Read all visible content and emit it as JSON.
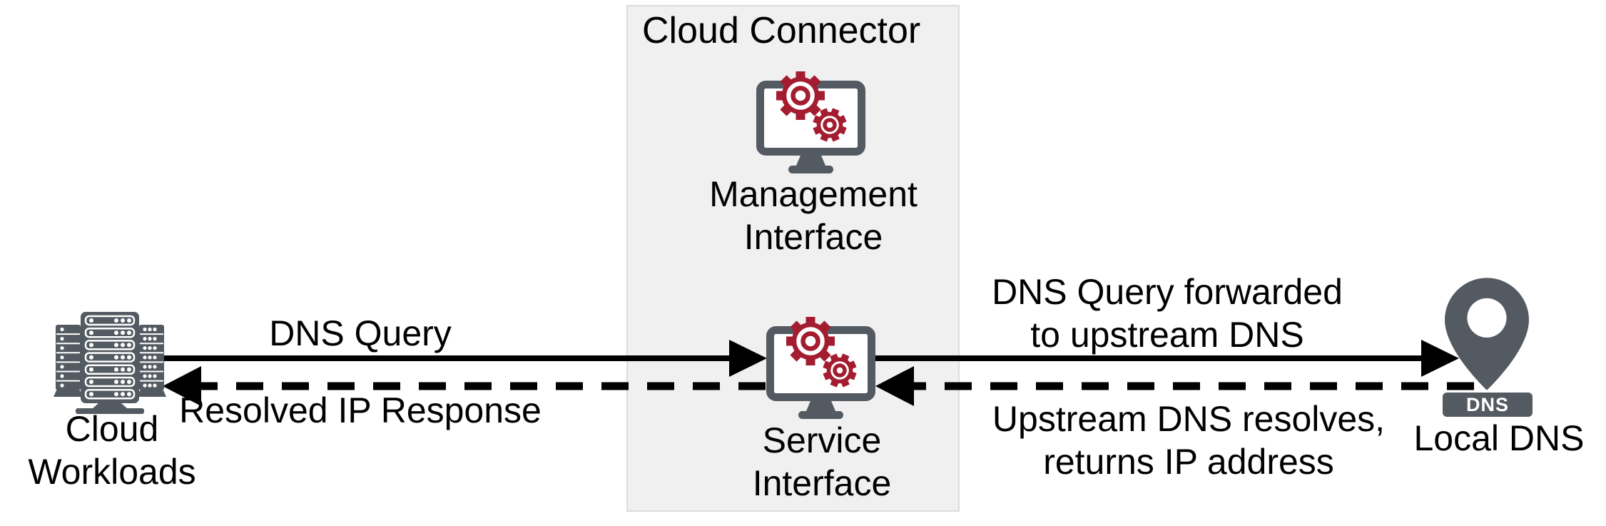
{
  "diagram_title": "Cloud Connector",
  "nodes": {
    "cloud_workloads": {
      "name_line1": "Cloud",
      "name_line2": "Workloads"
    },
    "management_interface": {
      "name_line1": "Management",
      "name_line2": "Interface"
    },
    "service_interface": {
      "name_line1": "Service",
      "name_line2": "Interface"
    },
    "local_dns": {
      "name": "Local DNS",
      "badge": "DNS"
    }
  },
  "flows": {
    "dns_query": {
      "label": "DNS Query",
      "style": "solid",
      "direction": "cloud-workloads-to-service-interface"
    },
    "resolved_ip_response": {
      "label": "Resolved IP Response",
      "style": "dashed",
      "direction": "service-interface-to-cloud-workloads"
    },
    "query_forwarded": {
      "label_line1": "DNS Query forwarded",
      "label_line2": "to upstream DNS",
      "style": "solid",
      "direction": "service-interface-to-local-dns"
    },
    "upstream_resolves": {
      "label_line1": "Upstream DNS resolves,",
      "label_line2": "returns IP address",
      "style": "dashed",
      "direction": "local-dns-to-service-interface"
    }
  },
  "colors": {
    "icon_gray": "#545a61",
    "gear_red": "#a41c30",
    "panel_fill": "#f0f0f0",
    "panel_border": "#dcdcdc",
    "arrow_black": "#000000",
    "text_black": "#000000"
  }
}
